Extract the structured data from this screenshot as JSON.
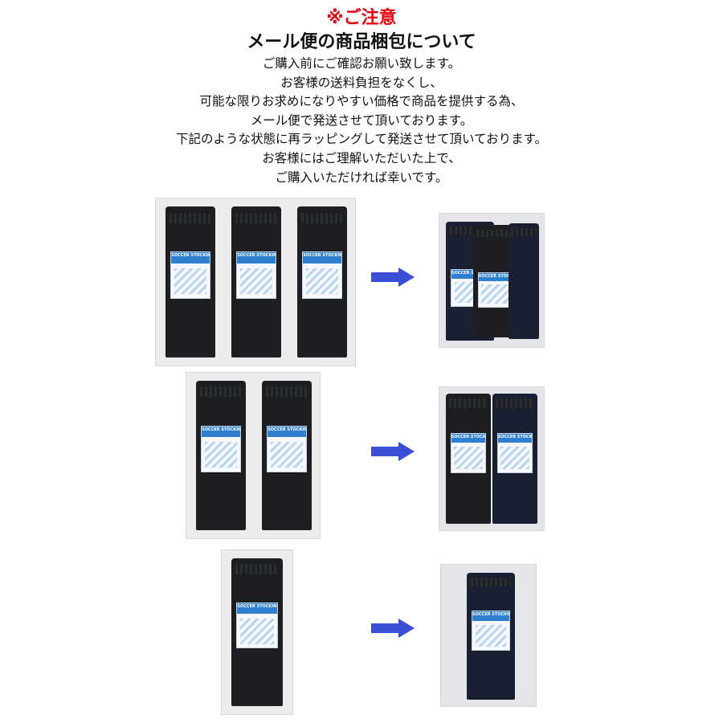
{
  "header": {
    "notice": "※ご注意",
    "title": "メール便の商品梱包について"
  },
  "body_lines": [
    "ご購入前にご確認お願い致します。",
    "お客様の送料負担をなくし、",
    "可能な限りお求めになりやすい価格で商品を提供する為、",
    "メール便で発送させて頂いております。",
    "下記のような状態に再ラッピングして発送させて頂いております。",
    "お客様にはご理解いただいた上で、",
    "ご購入いただければ幸いです。"
  ],
  "rows": [
    {
      "before_count": 3,
      "after_count": 3
    },
    {
      "before_count": 2,
      "after_count": 2
    },
    {
      "before_count": 1,
      "after_count": 1
    }
  ],
  "product_label": "SOCCER STOCKING",
  "colors": {
    "notice": "#e60012",
    "arrow": "#3a4fd6",
    "label_band": "#2e7fd0"
  },
  "icons": {
    "arrow": "right-arrow-icon"
  }
}
